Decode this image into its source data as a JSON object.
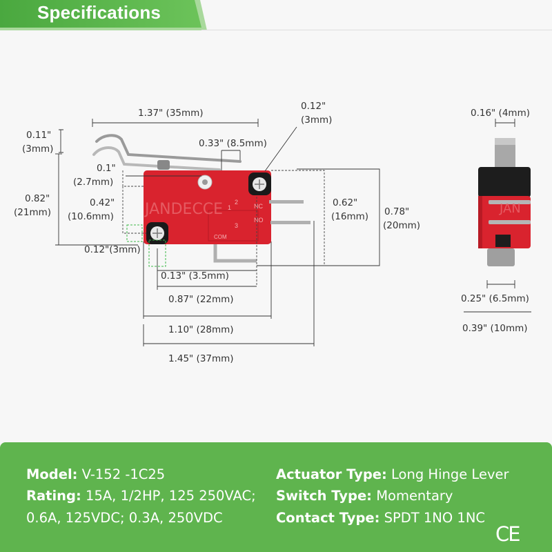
{
  "header": {
    "title": "Specifications"
  },
  "dimensions": {
    "width_overall": "1.37\" (35mm)",
    "lever_top_in": "0.11\"",
    "lever_top_mm": "(3mm)",
    "button_height": "0.33\" (8.5mm)",
    "hole_dia_in": "0.12\"",
    "hole_dia_mm": "(3mm)",
    "body_height_in": "0.82\"",
    "body_height_mm": "(21mm)",
    "hole_offset_in": "0.1\"",
    "hole_offset_mm": "(2.7mm)",
    "hole_spacing_v_in": "0.42\"",
    "hole_spacing_v_mm": "(10.6mm)",
    "hole_size": "0.12\"(3mm)",
    "hole_edge": "0.13\" (3.5mm)",
    "hole_spacing_h": "0.87\" (22mm)",
    "body_length": "1.10\" (28mm)",
    "total_length": "1.45\" (37mm)",
    "terminal_height_in": "0.62\"",
    "terminal_height_mm": "(16mm)",
    "total_height_in": "0.78\"",
    "total_height_mm": "(20mm)",
    "lever_width": "0.16\" (4mm)",
    "body_thickness": "0.25\" (6.5mm)",
    "total_thickness": "0.39\" (10mm)"
  },
  "switch_marks": {
    "brand": "JANDECCE",
    "brand_side": "JAN",
    "label_nc": "NC",
    "label_no": "NO",
    "label_com": "COM",
    "pin_1": "1",
    "pin_2": "2",
    "pin_3": "3"
  },
  "specs": {
    "model_label": "Model:",
    "model_value": "V-152 -1C25",
    "rating_label": "Rating:",
    "rating_value": "15A, 1/2HP, 125 250VAC;",
    "rating_cont": "0.6A, 125VDC; 0.3A, 250VDC",
    "actuator_label": "Actuator Type:",
    "actuator_value": "Long Hinge Lever",
    "switch_label": "Switch Type:",
    "switch_value": "Momentary",
    "contact_label": "Contact Type:",
    "contact_value": "SPDT 1NO 1NC"
  },
  "certification": "CE",
  "colors": {
    "accent_green": "#5fb44e",
    "switch_red": "#d9232e",
    "panel_bg": "#f7f7f7"
  }
}
